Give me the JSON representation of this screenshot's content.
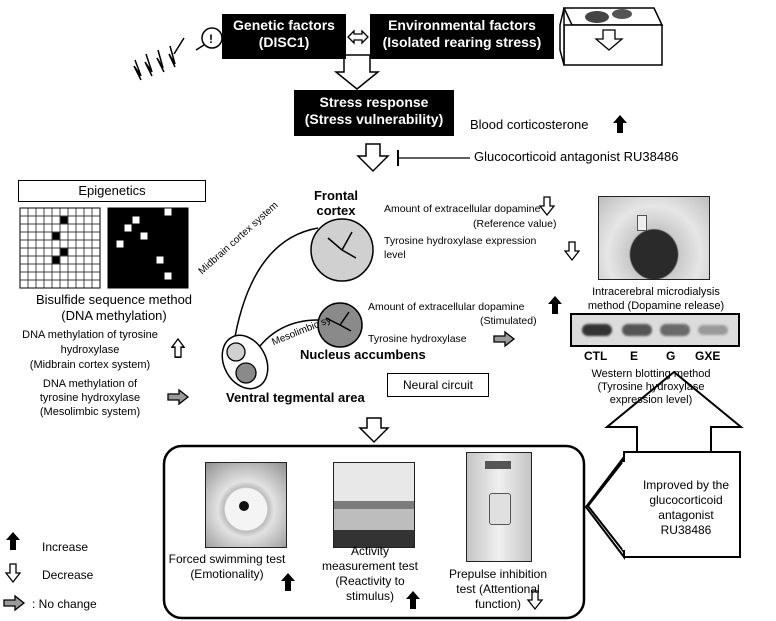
{
  "top": {
    "genetic": [
      "Genetic factors",
      "(DISC1)"
    ],
    "environmental": [
      "Environmental factors",
      "(Isolated rearing stress)"
    ],
    "stress": [
      "Stress response",
      "(Stress vulnerability)"
    ],
    "blood": "Blood corticosterone",
    "antagonist": "Glucocorticoid antagonist RU38486"
  },
  "epigenetics": {
    "title": "Epigenetics",
    "method": [
      "Bisulfide sequence method",
      "(DNA methylation)"
    ],
    "mc1": [
      "DNA methylation of tyrosine",
      "hydroxylase",
      "(Midbrain cortex system)"
    ],
    "ml1": [
      "DNA methylation of",
      "tyrosine hydroxylase",
      "(Mesolimbic system)"
    ]
  },
  "circuit": {
    "frontal": [
      "Frontal",
      "cortex"
    ],
    "midbrain_label": "Midbrain cortex system",
    "mesolimbic_label": "Mesolimbic system",
    "nucleus": "Nucleus accumbens",
    "vta": "Ventral tegmental area",
    "neural": "Neural circuit"
  },
  "frontal_notes": {
    "dopamine": "Amount of extracellular dopamine",
    "reference": "(Reference value)",
    "th": [
      "Tyrosine hydroxylase expression",
      "level"
    ]
  },
  "nucleus_notes": {
    "dopamine": "Amount of extracellular dopamine",
    "stimulated": "(Stimulated)",
    "th": "Tyrosine hydroxylase"
  },
  "microdialysis": [
    "Intracerebral microdialysis",
    "method (Dopamine release)"
  ],
  "western": {
    "lanes": [
      "CTL",
      "E",
      "G",
      "GXE"
    ],
    "caption": [
      "Western blotting method",
      "(Tyrosine hydroxylase",
      "expression level)"
    ]
  },
  "tests": {
    "swim": [
      "Forced swimming test",
      "(Emotionality)"
    ],
    "activity": [
      "Activity",
      "measurement test",
      "(Reactivity to",
      "stimulus)"
    ],
    "prepulse": [
      "Prepulse inhibition",
      "test (Attentional",
      "function)"
    ]
  },
  "improved": [
    "Improved by the",
    "glucocorticoid",
    "antagonist",
    "RU38486"
  ],
  "legend": {
    "increase": "Increase",
    "decrease": "Decrease",
    "nochange": ": No change"
  }
}
